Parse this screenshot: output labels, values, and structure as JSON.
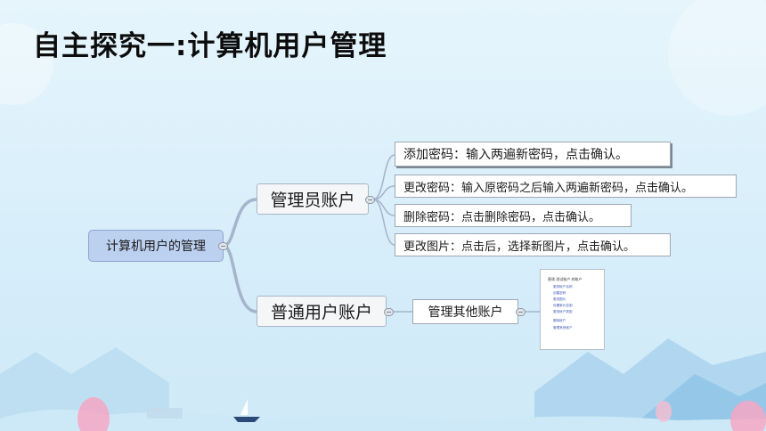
{
  "title": "自主探究一:计算机用户管理",
  "root": {
    "label": "计算机用户的管理"
  },
  "admin": {
    "label": "管理员账户",
    "children": [
      "添加密码：输入两遍新密码，点击确认。",
      "更改密码：输入原密码之后输入两遍新密码，点击确认。",
      "删除密码：点击删除密码，点击确认。",
      "更改图片：点击后，选择新图片，点击确认。"
    ]
  },
  "user": {
    "label": "普通用户账户",
    "child": "管理其他账户"
  },
  "collapse_symbol": "−",
  "thumbnail": {
    "header": "更改  测试账户  的账户",
    "items": [
      "更改帐户名称",
      "创建密码",
      "更改图片",
      "设置家长控制",
      "更改帐户类型",
      "删除帐户",
      "管理其他帐户"
    ]
  },
  "colors": {
    "line": "#a4b4cc",
    "root_fill": "#bcd0f0"
  }
}
